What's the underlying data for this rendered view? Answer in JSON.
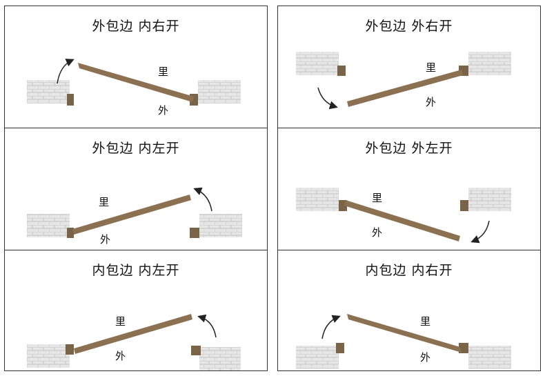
{
  "panels": [
    {
      "title": "外包边 内右开",
      "inner_label": "里",
      "outer_label": "外"
    },
    {
      "title": "外包边 外右开",
      "inner_label": "里",
      "outer_label": "外"
    },
    {
      "title": "外包边 内左开",
      "inner_label": "里",
      "outer_label": "外"
    },
    {
      "title": "外包边 外左开",
      "inner_label": "里",
      "outer_label": "外"
    },
    {
      "title": "内包边 内左开",
      "inner_label": "里",
      "outer_label": "外"
    },
    {
      "title": "内包边 内右开",
      "inner_label": "里",
      "outer_label": "外"
    }
  ],
  "colors": {
    "wall": "#e6e6e6",
    "wall_line": "#c4c4c4",
    "door": "#8b7152",
    "frame": "#7a6448",
    "border": "#333333"
  }
}
